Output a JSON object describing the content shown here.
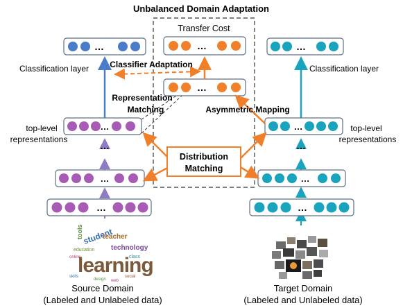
{
  "title": "Unbalanced Domain Adaptation",
  "labels": {
    "transfer_cost": "Transfer Cost",
    "classifier_adaptation": "Classifier Adaptation",
    "representation_matching_1": "Representation",
    "representation_matching_2": "Matching",
    "asymmetric_mapping": "Asymmetric Mapping",
    "distribution_matching_1": "Distribution",
    "distribution_matching_2": "Matching",
    "classification_layer_left": "Classification layer",
    "classification_layer_right": "Classification layer",
    "top_level_left_1": "top-level",
    "top_level_left_2": "representations",
    "top_level_right_1": "top-level",
    "top_level_right_2": "representations",
    "source_domain": "Source Domain",
    "source_sub": "(Labeled and Unlabeled data)",
    "target_domain": "Target Domain",
    "target_sub": "(Labeled and Unlabeled data)",
    "ellipsis": "…",
    "vdots": "⋮"
  },
  "word_cloud": {
    "main": "learning",
    "words": [
      "student",
      "teacher",
      "technology",
      "tools",
      "education",
      "online",
      "class",
      "skills",
      "social",
      "design",
      "web"
    ]
  },
  "colors": {
    "blue": "#4a7cc9",
    "purple": "#a75bb5",
    "teal": "#1aa3bd",
    "orange": "#f07f2a",
    "box_border": "#5e6f82"
  }
}
